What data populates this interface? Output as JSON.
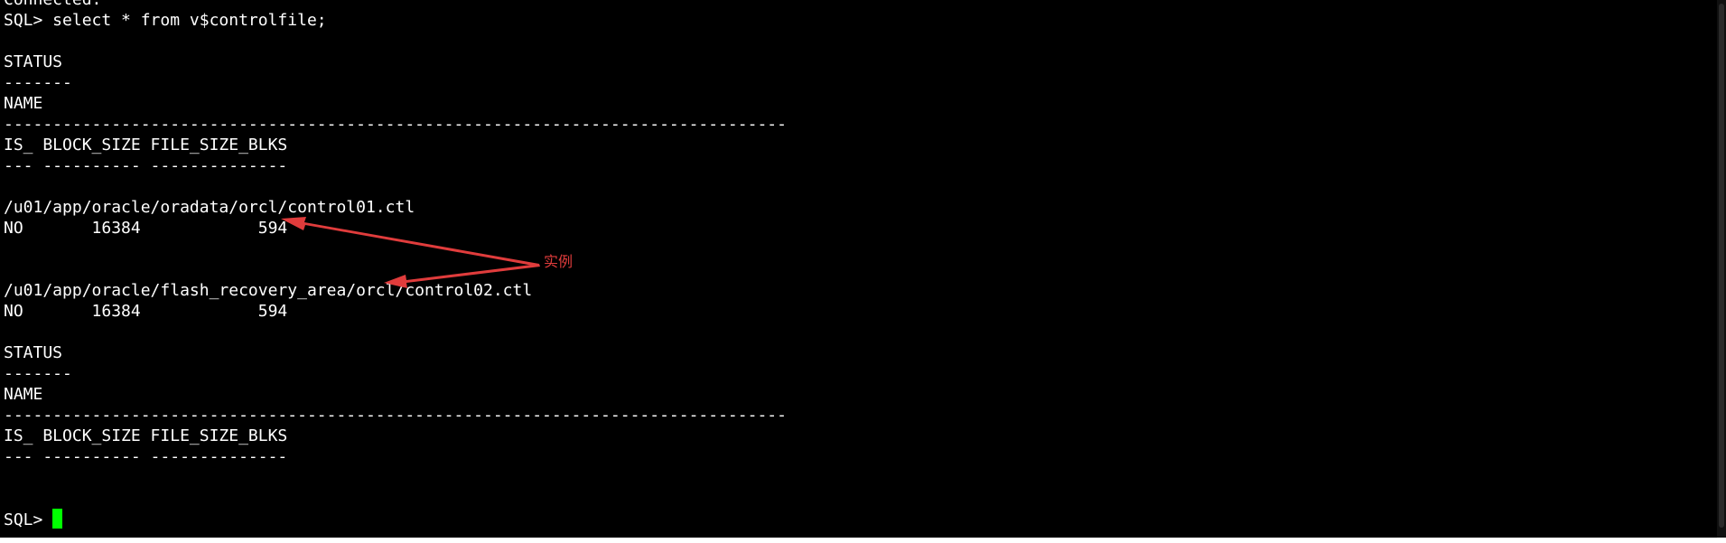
{
  "terminal": {
    "lines": [
      "Connected.",
      "SQL> select * from v$controlfile;",
      "",
      "STATUS",
      "-------",
      "NAME",
      "--------------------------------------------------------------------------------",
      "IS_ BLOCK_SIZE FILE_SIZE_BLKS",
      "--- ---------- --------------",
      "",
      "/u01/app/oracle/oradata/orcl/control01.ctl",
      "NO       16384            594",
      "",
      "",
      "/u01/app/oracle/flash_recovery_area/orcl/control02.ctl",
      "NO       16384            594",
      "",
      "STATUS",
      "-------",
      "NAME",
      "--------------------------------------------------------------------------------",
      "IS_ BLOCK_SIZE FILE_SIZE_BLKS",
      "--- ---------- --------------",
      "",
      "",
      "SQL> "
    ]
  },
  "annotation": {
    "label": "实例",
    "color": "#e03c3c"
  },
  "colors": {
    "background": "#000000",
    "text": "#ffffff",
    "cursor": "#00ff00"
  }
}
